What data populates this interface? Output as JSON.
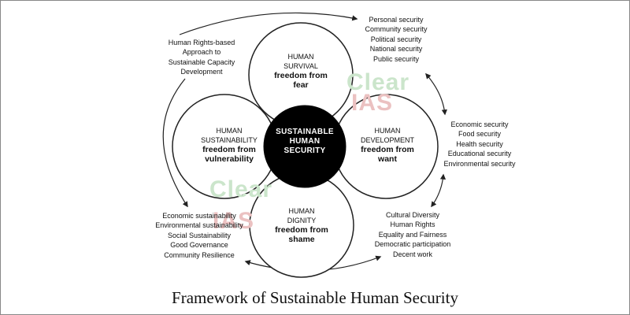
{
  "center": [
    "SUSTAINABLE",
    "HUMAN",
    "SECURITY"
  ],
  "petals": {
    "survival": {
      "name": [
        "HUMAN",
        "SURVIVAL"
      ],
      "freedom": [
        "freedom from",
        "fear"
      ]
    },
    "development": {
      "name": [
        "HUMAN",
        "DEVELOPMENT"
      ],
      "freedom": [
        "freedom from",
        "want"
      ]
    },
    "dignity": {
      "name": [
        "HUMAN",
        "DIGNITY"
      ],
      "freedom": [
        "freedom from",
        "shame"
      ]
    },
    "sustainability": {
      "name": [
        "HUMAN",
        "SUSTAINABILITY"
      ],
      "freedom": [
        "freedom from",
        "vulnerability"
      ]
    }
  },
  "lists": {
    "rights_approach": [
      "Human Rights-based",
      "Approach to",
      "Sustainable Capacity",
      "Development"
    ],
    "security_types": [
      "Personal security",
      "Community security",
      "Political security",
      "National security",
      "Public security"
    ],
    "development_security": [
      "Economic security",
      "Food security",
      "Health security",
      "Educational security",
      "Environmental security"
    ],
    "dignity_items": [
      "Cultural Diversity",
      "Human Rights",
      "Equality and Fairness",
      "Democratic participation",
      "Decent work"
    ],
    "sustainability_items": [
      "Economic sustainability",
      "Environmental sustainability",
      "Social Sustainability",
      "Good Governance",
      "Community Resilience"
    ]
  },
  "watermark": {
    "line1": "Clear",
    "line2": "IAS",
    "colors": [
      "#cbe5cb",
      "#ebc1c1"
    ]
  },
  "caption": "Framework of Sustainable Human Security"
}
